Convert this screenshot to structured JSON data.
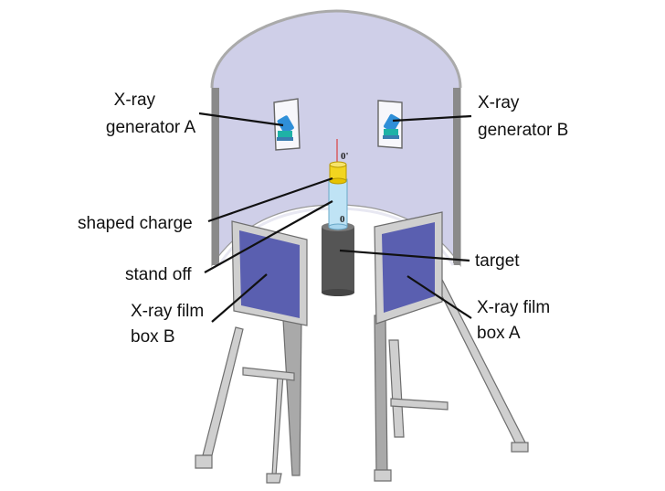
{
  "labels": {
    "generator_a": [
      "X-ray",
      "generator A"
    ],
    "generator_b": [
      "X-ray",
      "generator B"
    ],
    "shaped_charge": "shaped charge",
    "stand_off": "stand off",
    "target": "target",
    "film_box_b": [
      "X-ray film",
      "box B"
    ],
    "film_box_a": [
      "X-ray film",
      "box A"
    ],
    "mark_top": "0'",
    "mark_bottom": "0"
  },
  "colors": {
    "chamber_wall": "#cfcfe8",
    "film_panel": "#5a5fb0",
    "target": "#555555",
    "charge": "#f2d51f",
    "stand_off_tube": "#bfe3f5",
    "generator": "#2f8fd8"
  }
}
